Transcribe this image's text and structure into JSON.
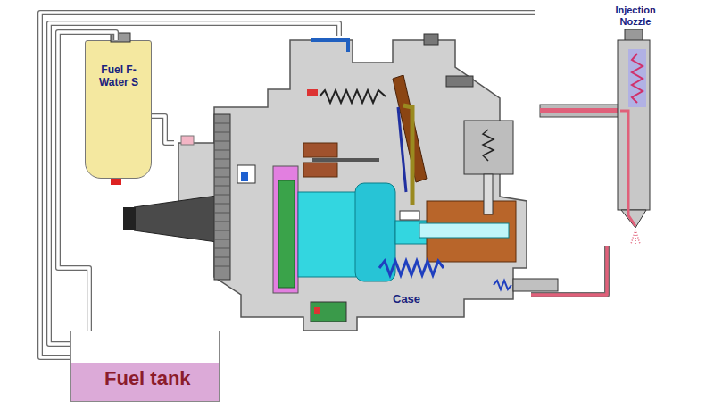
{
  "diagram": {
    "nodes": [
      {
        "text": [
          "Injection Nozzle"
        ]
      },
      {
        "text": [
          "Fuel F- Water S"
        ]
      },
      {
        "text": [
          "Case"
        ]
      },
      {
        "text": [
          "Fuel tank"
        ]
      }
    ],
    "edges": [
      {
        "from": 3,
        "to": 1,
        "arrow": "none"
      },
      {
        "from": 1,
        "to": 2,
        "arrow": "none"
      },
      {
        "from": 2,
        "to": 0,
        "arrow": "none"
      },
      {
        "from": 0,
        "to": 3,
        "arrow": "none"
      },
      {
        "from": 2,
        "to": 3,
        "arrow": "none"
      }
    ]
  }
}
